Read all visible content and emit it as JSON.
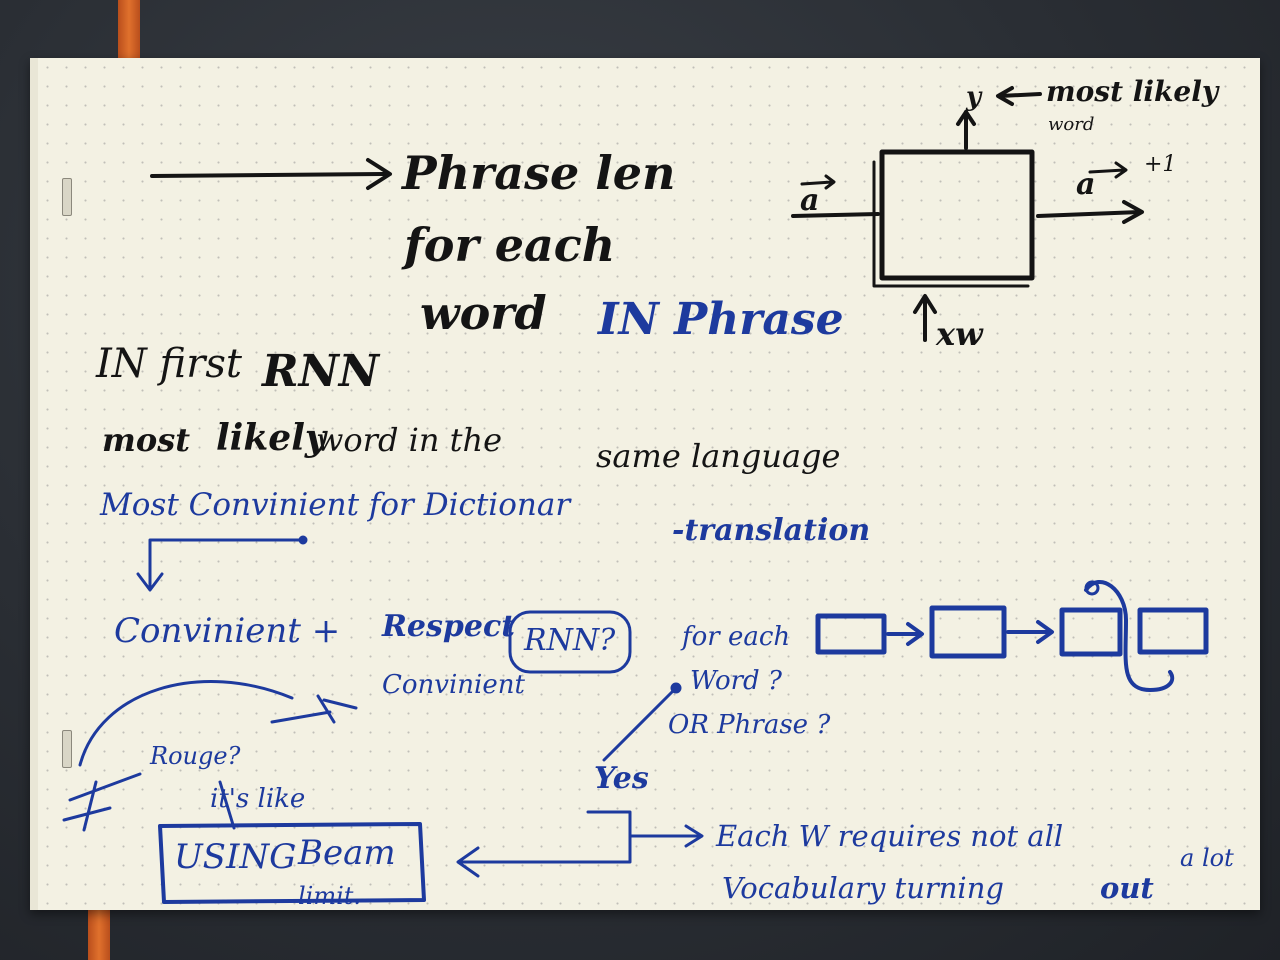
{
  "ink_colors": {
    "black": "#141414",
    "blue": "#1d3a9e",
    "paper": "#f3f1e3",
    "cover": "#2b2f35",
    "bookmark": "#e0712d"
  },
  "diagram_labels": {
    "output_y": "y",
    "most_likely": "most likely",
    "word_small": "word",
    "input_a": "a",
    "output_a": "a",
    "plus_one": "+1",
    "input_x": "xw"
  },
  "heading_lines": {
    "phrase_len": "Phrase len",
    "for_each": "for each",
    "word": "word",
    "in_phrase": "IN Phrase"
  },
  "notes": {
    "in_first": "IN first",
    "rnn": "RNN",
    "most": "most",
    "likely": "likely",
    "word_in_the": "word in the",
    "same_language": "same language",
    "most_convenient": "Most Convinient for Dictionar",
    "translation": "-translation",
    "convenient_plus": "Convinient +",
    "respect": "Respect",
    "convenient_small": "Convinient",
    "rnn_q": "RNN?",
    "for_each_small": "for each",
    "word_q": "Word ?",
    "or_phrase_q": "OR Phrase ?",
    "rouge_q": "Rouge?",
    "its_like": "it's like",
    "yes": "Yes",
    "using": "USING",
    "beam": "Beam",
    "limit": "limit.",
    "each_w": "Each W requires not all",
    "a_lot": "a lot",
    "vocabulary": "Vocabulary turning",
    "out": "out"
  },
  "page": {
    "dot_grid": true,
    "binder_tabs": 2
  }
}
